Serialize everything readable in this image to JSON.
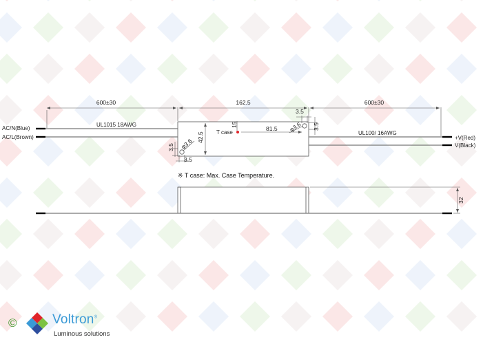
{
  "dimensions": {
    "left_cable_length": "600±30",
    "body_length": "162.5",
    "right_cable_length": "600±30",
    "mounting_hole_spacing": "81.5",
    "body_width": "42.5",
    "tcase_offset": "15",
    "hole_diameter_left": "φ3.6",
    "hole_diameter_right": "φ3.6",
    "hole_offset_top_right_h": "3.5",
    "hole_offset_top_right_v": "3.5",
    "hole_offset_bottom_left_h": "3.5",
    "hole_offset_bottom_left_v": "3.5",
    "body_height": "32"
  },
  "labels": {
    "input_neutral": "AC/N(Blue)",
    "input_line": "AC/L(Brown)",
    "input_cable": "UL1015 18AWG",
    "output_cable": "UL100/ 16AWG",
    "output_positive": "+V(Red)",
    "output_negative": "V(Black)",
    "tcase_marker": "T case",
    "tcase_note": "※ T case: Max. Case Temperature."
  },
  "brand": {
    "copyright": "©",
    "name": "Voltron",
    "tagline": "Luminous solutions"
  },
  "colors": {
    "tcase_dot": "#e0242a",
    "brand_blue": "#3a9ad6",
    "brand_green": "#4a9a34"
  }
}
